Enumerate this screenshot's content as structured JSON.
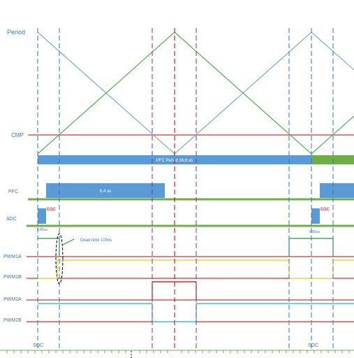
{
  "labels": {
    "period": "Period",
    "cmp": "CMP",
    "pfc": "PFC",
    "adc": "ADC",
    "pwm1a": "PWM1A",
    "pwm1b": "PWM1B",
    "pwm2a": "PWM2A",
    "pwm2b": "PWM2B",
    "soc_left": "SOC",
    "soc_right": "SOC"
  },
  "annotations": {
    "pfc_period": "PFC Period 16.6 us",
    "pfc_time": "6.4 us",
    "eoc_left": "EOC",
    "eoc_right": "EOC",
    "adc_time_left": "0.85us",
    "adc_time_right": "0.85us",
    "dead_time": "Dead time 100ns"
  },
  "colors": {
    "label_blue": "#3a78c2",
    "triangle_blue": "#5b9bd5",
    "triangle_green": "#2ca02c",
    "signal_red": "#c00000",
    "signal_yellow": "#f5c518",
    "signal_green": "#1e9e3c",
    "signal_cyan": "#1bb3c9",
    "bar_blue": "#5b9bd5",
    "bar_green": "#70ad47",
    "eoc_orange": "#c0504d",
    "dashed_blue": "#2e75b6",
    "dashed_purple": "#7030a0"
  }
}
